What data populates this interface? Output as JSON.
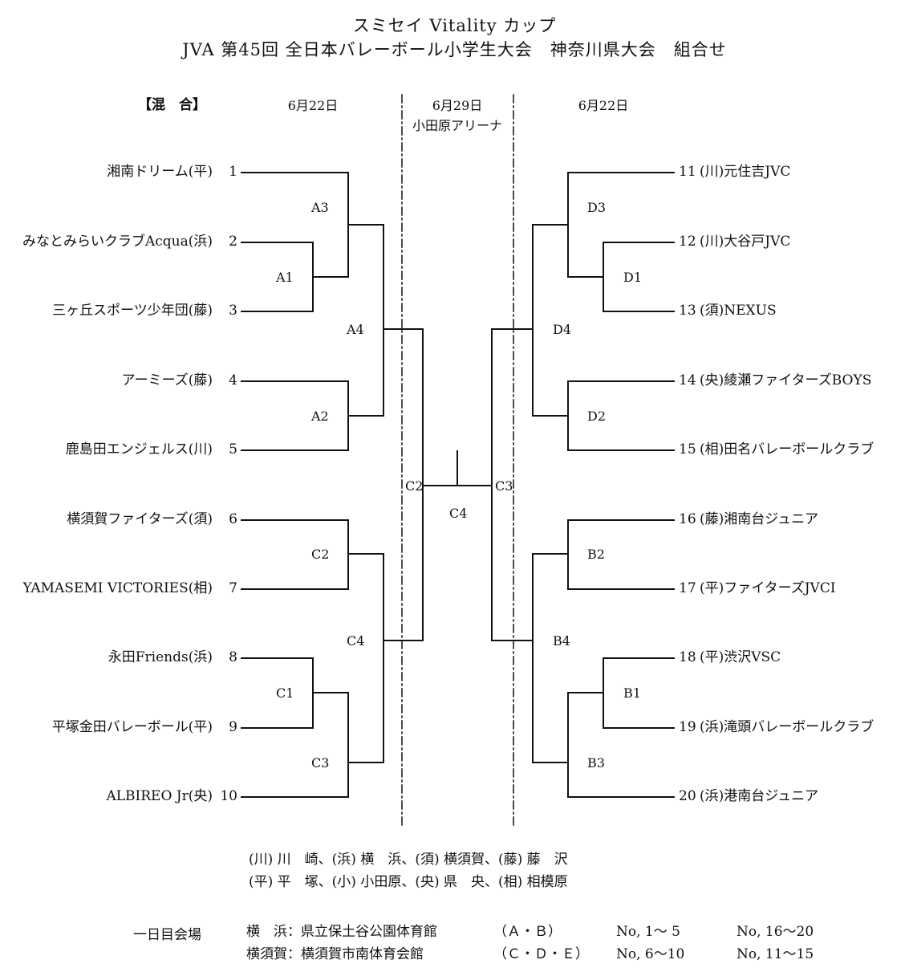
{
  "title": {
    "line1": "スミセイ Vitality カップ",
    "line2": "JVA 第45回 全日本バレーボール小学生大会　神奈川県大会　組合せ"
  },
  "category": "【混　合】",
  "headers": {
    "left_date": "6月22日",
    "center_date": "6月29日",
    "center_venue": "小田原アリーナ",
    "right_date": "6月22日"
  },
  "left_teams": [
    {
      "name": "湘南ドリーム(平)",
      "no": "1"
    },
    {
      "name": "みなとみらいクラブAcqua(浜)",
      "no": "2"
    },
    {
      "name": "三ヶ丘スポーツ少年団(藤)",
      "no": "3"
    },
    {
      "name": "アーミーズ(藤)",
      "no": "4"
    },
    {
      "name": "鹿島田エンジェルス(川)",
      "no": "5"
    },
    {
      "name": "横須賀ファイターズ(須)",
      "no": "6"
    },
    {
      "name": "YAMASEMI VICTORIES(相)",
      "no": "7"
    },
    {
      "name": "永田Friends(浜)",
      "no": "8"
    },
    {
      "name": "平塚金田バレーボール(平)",
      "no": "9"
    },
    {
      "name": "ALBIREO Jr(央)",
      "no": "10"
    }
  ],
  "right_teams": [
    {
      "no": "11",
      "name": "(川)元住吉JVC"
    },
    {
      "no": "12",
      "name": "(川)大谷戸JVC"
    },
    {
      "no": "13",
      "name": "(須)NEXUS"
    },
    {
      "no": "14",
      "name": "(央)綾瀬ファイターズBOYS"
    },
    {
      "no": "15",
      "name": "(相)田名バレーボールクラブ"
    },
    {
      "no": "16",
      "name": "(藤)湘南台ジュニア"
    },
    {
      "no": "17",
      "name": "(平)ファイターズJVCI"
    },
    {
      "no": "18",
      "name": "(平)渋沢VSC"
    },
    {
      "no": "19",
      "name": "(浜)滝頭バレーボールクラブ"
    },
    {
      "no": "20",
      "name": "(浜)港南台ジュニア"
    }
  ],
  "match_labels": {
    "A3": "A3",
    "A1": "A1",
    "A4": "A4",
    "A2": "A2",
    "C2_left": "C2",
    "C4_left": "C4",
    "C1": "C1",
    "C3_left": "C3",
    "C2_center": "C2",
    "C3_center": "C3",
    "C4_center": "C4",
    "D3": "D3",
    "D1": "D1",
    "D4": "D4",
    "D2": "D2",
    "B2": "B2",
    "B4": "B4",
    "B1": "B1",
    "B3": "B3"
  },
  "legend": {
    "line1": "(川) 川　崎、(浜) 横　浜、(須) 横須賀、(藤) 藤　沢",
    "line2": "(平) 平　塚、(小) 小田原、(央) 県　央、(相) 相模原"
  },
  "venues": {
    "heading": "一日目会場",
    "rows": [
      {
        "city": "横　浜：県立保土谷公園体育館",
        "groups": "（Ａ・Ｂ）",
        "left_nos": "No, 1〜 5",
        "right_nos": "No, 16〜20"
      },
      {
        "city": "横須賀：横須賀市南体育会館",
        "groups": "（Ｃ・Ｄ・Ｅ）",
        "left_nos": "No, 6〜10",
        "right_nos": "No, 11〜15"
      }
    ]
  }
}
